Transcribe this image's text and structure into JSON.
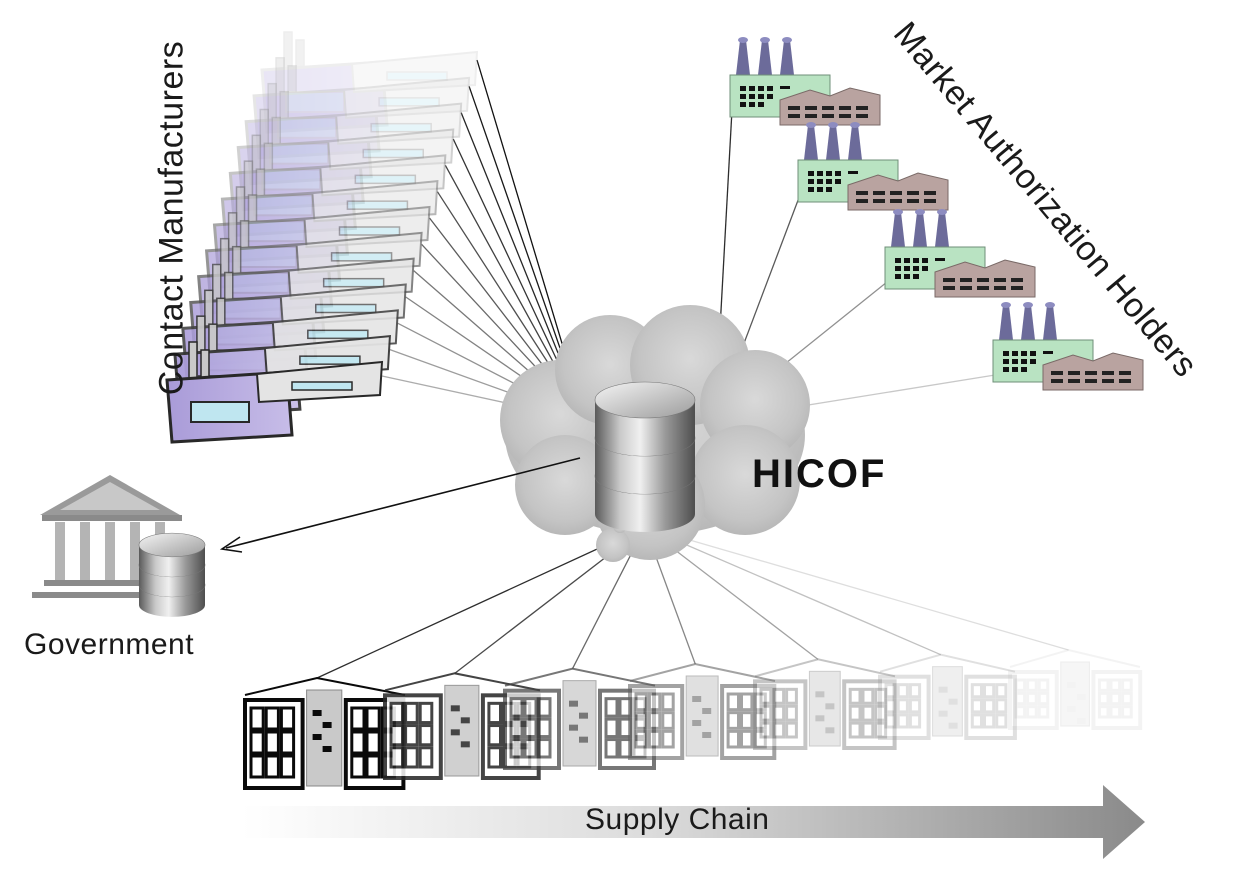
{
  "labels": {
    "contract_manufacturers": "Contact Manufacturers",
    "market_authorization_holders": "Market Authorization Holders",
    "hub": "HICOF",
    "government": "Government",
    "supply_chain": "Supply Chain"
  },
  "colors": {
    "factory_body": "#a99bd8",
    "factory_window": "#bfe6f0",
    "mah_building": "#b9e3c2",
    "mah_warehouse": "#b9a3a0",
    "mah_chimney": "#6c6b9a",
    "cloud": "#c8c8c8",
    "database": "#8e8e8e",
    "arrow": "#888888"
  },
  "nodes": {
    "contract_manufacturer_count": 13,
    "market_authorization_holder_count": 4,
    "supply_chain_building_count": 7
  }
}
